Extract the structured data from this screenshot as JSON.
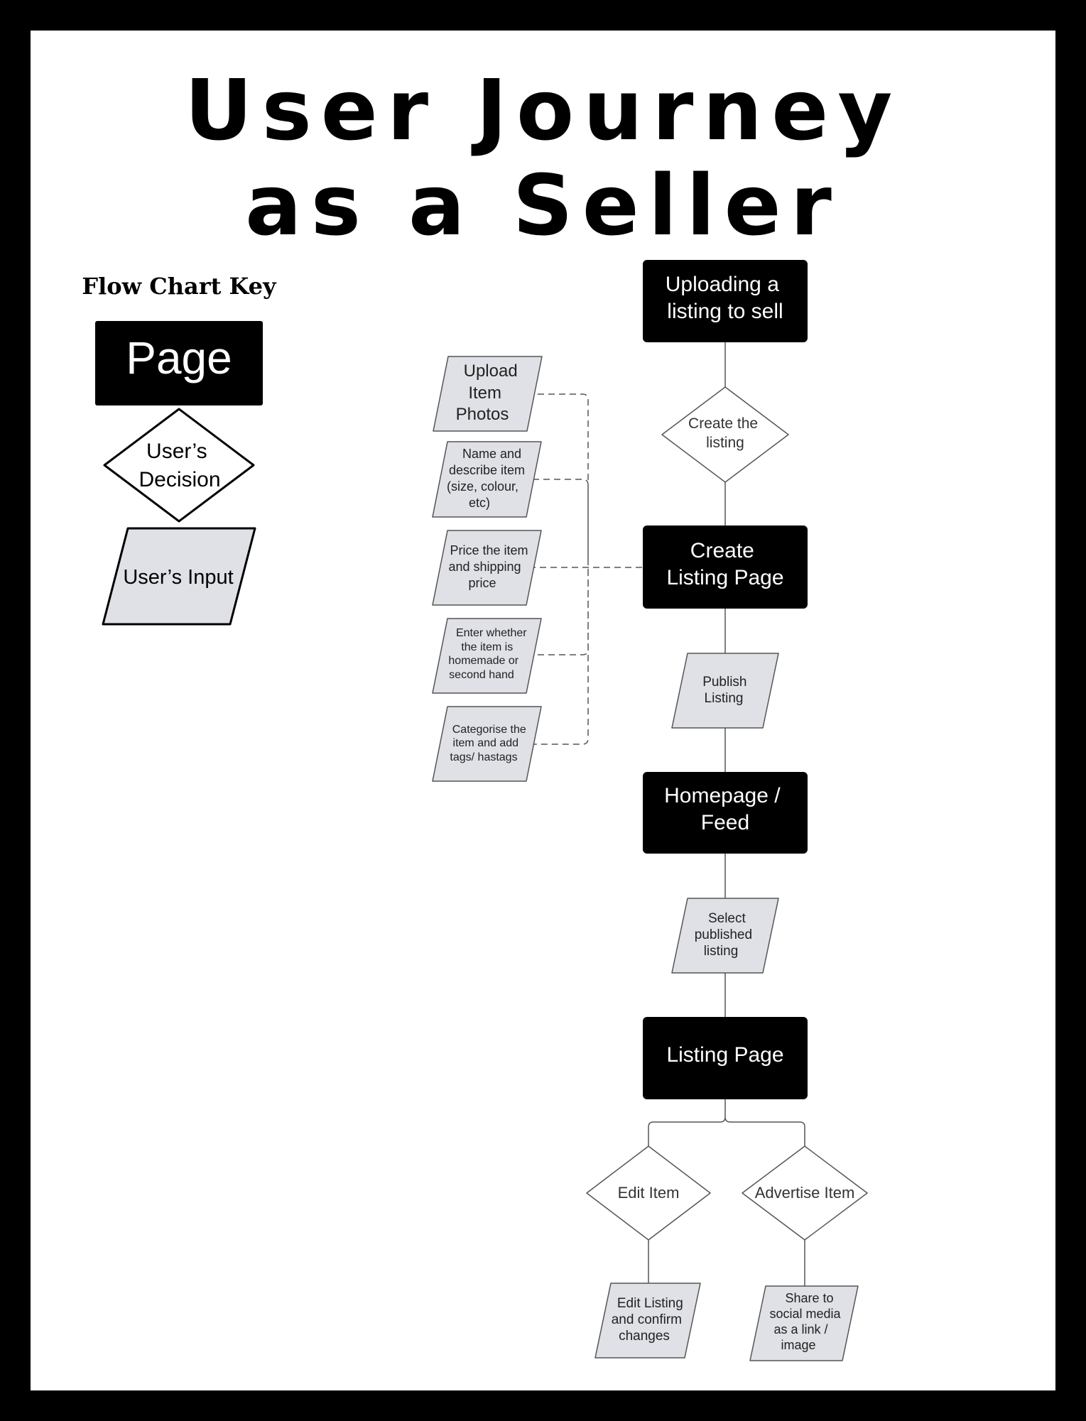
{
  "title": {
    "line1": "User Journey",
    "line2": "as a Seller"
  },
  "key": {
    "heading": "Flow Chart Key",
    "page": "Page",
    "decision": [
      "User’s",
      "Decision"
    ],
    "input": "User’s Input"
  },
  "flow": {
    "upload_listing": [
      "Uploading a",
      "listing to sell"
    ],
    "create_listing": [
      "Create the",
      "listing"
    ],
    "create_listing_page": [
      "Create",
      "Listing Page"
    ],
    "publish_listing": [
      "Publish",
      "Listing"
    ],
    "homepage_feed": [
      "Homepage /",
      "Feed"
    ],
    "select_published": [
      "Select",
      "published",
      "listing"
    ],
    "listing_page": [
      "Listing Page"
    ],
    "edit_item": [
      "Edit Item"
    ],
    "advertise_item": [
      "Advertise Item"
    ],
    "edit_listing": [
      "Edit Listing",
      "and confirm",
      "changes"
    ],
    "share_social": [
      "Share to",
      "social media",
      "as a link /",
      "image"
    ]
  },
  "inputs": {
    "upload_photos": [
      "Upload",
      "Item",
      "Photos"
    ],
    "name_describe": [
      "Name and",
      "describe item",
      "(size, colour,",
      "etc)"
    ],
    "price": [
      "Price the item",
      "and shipping",
      "price"
    ],
    "homemade": [
      "Enter whether",
      "the item is",
      "homemade or",
      "second hand"
    ],
    "categorise": [
      "Categorise the",
      "item and add",
      "tags/ hastags"
    ]
  },
  "colors": {
    "page_fill": "#000000",
    "input_fill": "#dfe1e6",
    "line": "#555555"
  }
}
